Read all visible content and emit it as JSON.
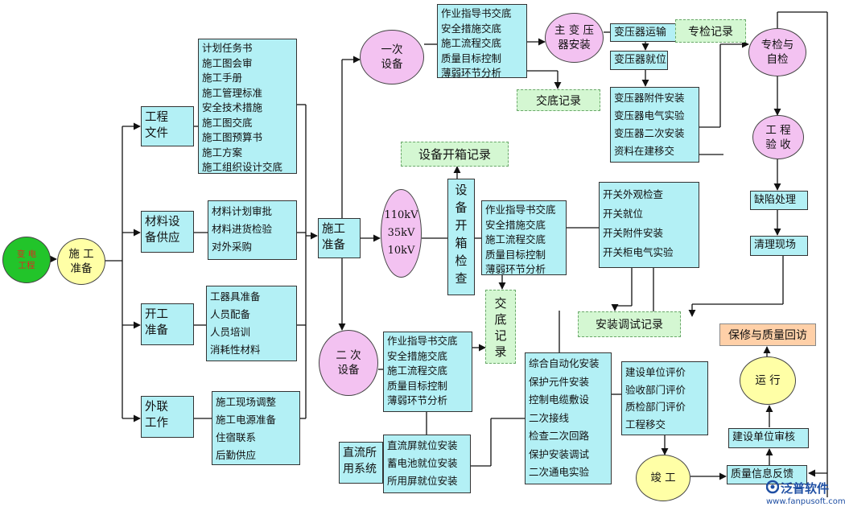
{
  "nodes": {
    "start": "变 电\n工程",
    "prep": "施 工\n准备",
    "eng_docs": "工程\n文件",
    "eng_docs_list": [
      "计划任务书",
      "施工图会审",
      "施工手册",
      "施工管理标准",
      "安全技术措施",
      "施工图交底",
      "施工图预算书",
      "施工方案",
      "施工组织设计交底"
    ],
    "materials": "材料设\n备供应",
    "materials_list": [
      "材料计划审批",
      "材料进货检验",
      "对外采购"
    ],
    "startup": "开工\n准备",
    "startup_list": [
      "工器具准备",
      "人员配备",
      "人员培训",
      "消耗性材料"
    ],
    "external": "外联\n工作",
    "external_list": [
      "施工现场调整",
      "施工电源准备",
      "住宿联系",
      "后勤供应"
    ],
    "construction_prep": "施工\n准备",
    "primary_equip": "一次\n设备",
    "primary_list": [
      "作业指导书交底",
      "安全措施交底",
      "施工流程交底",
      "质量目标控制",
      "薄弱环节分析"
    ],
    "main_transformer": "主 变 压\n器安装",
    "handover_record_1": "交底记录",
    "transformer_transport": "变压器运输",
    "transformer_position": "变压器就位",
    "transformer_list": [
      "变压器附件安装",
      "变压器电气实验",
      "变压器二次安装",
      "资料在建移交"
    ],
    "special_record": "专检记录",
    "special_self_check": "专检与\n自检",
    "acceptance": "工 程\n验 收",
    "defect": "缺陷处理",
    "cleanup": "清理现场",
    "unpacking_record": "设备开箱记录",
    "voltage_levels": "110kV\n35kV\n10kV",
    "unpacking_check": "设\n备\n开\n箱\n检\n查",
    "mid_list": [
      "作业指导书交底",
      "安全措施交底",
      "施工流程交底",
      "质量目标控制",
      "薄弱环节分析"
    ],
    "switch_list": [
      "开关外观检查",
      "开关就位",
      "开关附件安装",
      "开关柜电气实验"
    ],
    "handover_record_2": "交\n底\n记\n录",
    "install_debug_record": "安装调试记录",
    "secondary_equip": "二 次\n设备",
    "secondary_list": [
      "作业指导书交底",
      "安全措施交底",
      "施工流程交底",
      "质量目标控制",
      "薄弱环节分析"
    ],
    "dc_system": "直流所\n用系统",
    "dc_list": [
      "直流屏就位安装",
      "蓄电池就位安装",
      "所用屏就位安装"
    ],
    "automation_list": [
      "综合自动化安装",
      "保护元件安装",
      "控制电缆敷设",
      "二次接线",
      "检查二次回路",
      "保护安装调试",
      "二次通电实验"
    ],
    "evaluation_list": [
      "建设单位评价",
      "验收部门评价",
      "质检部门评价",
      "工程移交"
    ],
    "completion": "竣 工",
    "quality_feedback": "质量信息反馈",
    "owner_review": "建设单位审核",
    "operation": "运 行",
    "warranty": "保修与质量回访"
  },
  "brand": {
    "name": "泛普软件",
    "url": "www.fanpusoft.com"
  },
  "colors": {
    "box_fill": "#b3f0f5",
    "note_fill": "#d4f7d2",
    "pink_node": "#f3c2f1",
    "yellow_node": "#ffffa6",
    "green_node": "#22c42a",
    "orange_node": "#ffd0a8",
    "brand_blue": "#1f4fa3"
  }
}
